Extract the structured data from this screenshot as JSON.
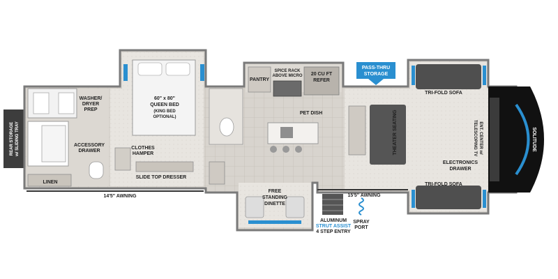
{
  "labels": {
    "rear_storage_l1": "REAR STORAGE",
    "rear_storage_l2": "w/ SLIDING TRAY",
    "washer_l1": "WASHER/",
    "washer_l2": "DRYER",
    "washer_l3": "PREP",
    "accessory_l1": "ACCESSORY",
    "accessory_l2": "DRAWER",
    "linen": "LINEN",
    "bed_l1": "60\" x 80\"",
    "bed_l2": "QUEEN BED",
    "bed_l3": "(KING BED",
    "bed_l4": "OPTIONAL)",
    "hamper_l1": "CLOTHES",
    "hamper_l2": "HAMPER",
    "dresser": "SLIDE TOP DRESSER",
    "awning_rear": "14'5\" AWNING",
    "pantry": "PANTRY",
    "spice_l1": "SPICE RACK",
    "spice_l2": "ABOVE MICRO",
    "refer_l1": "20 CU FT",
    "refer_l2": "REFER",
    "pet_dish": "PET DISH",
    "pass_thru_l1": "PASS-THRU",
    "pass_thru_l2": "STORAGE",
    "theater": "THEATER SEATING",
    "trifold_top": "TRI-FOLD SOFA",
    "trifold_bottom": "TRI-FOLD SOFA",
    "ent_l1": "ENT. CENTER w/",
    "ent_l2": "TELESCOPING TV",
    "electronics_l1": "ELECTRONICS",
    "electronics_l2": "DRAWER",
    "dinette_l1": "FREE",
    "dinette_l2": "STANDING",
    "dinette_l3": "DINETTE",
    "awning_front": "15'5\" AWNING",
    "aluminum_l1": "ALUMINUM",
    "aluminum_l2": "STRUT ASSIST",
    "aluminum_l3": "4 STEP ENTRY",
    "spray_l1": "SPRAY",
    "spray_l2": "PORT",
    "brand": "SOLITUDE"
  },
  "colors": {
    "wall": "#8a8a8a",
    "wall_dark": "#5e5e5e",
    "floor_tile": "#d9d6d0",
    "floor_carpet": "#ece9e4",
    "cabinet": "#cfcac3",
    "sofa": "#4f4f4f",
    "accent_blue": "#2a8fd0",
    "cap_black": "#111111",
    "rear_storage": "#3d3d3d"
  }
}
